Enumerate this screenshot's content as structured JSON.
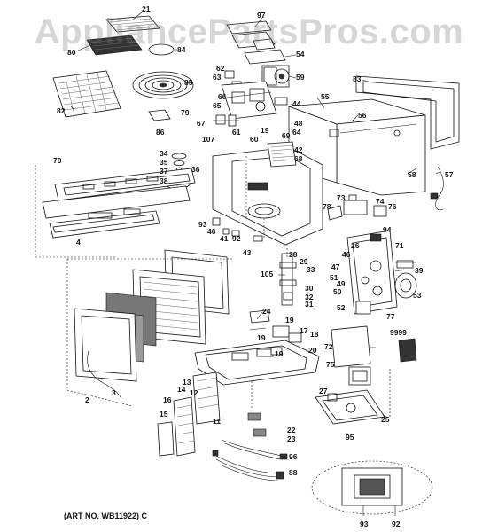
{
  "watermark": "AppliancePartsPros.com",
  "art_number": "(ART NO. WB11922) C",
  "callouts": {
    "c21": "21",
    "c97": "97",
    "c80": "80",
    "c84": "84",
    "c54": "54",
    "c62": "62",
    "c59": "59",
    "c63": "63",
    "c85": "85",
    "c83": "83",
    "c82": "82",
    "c66": "66",
    "c65": "65",
    "c55": "55",
    "c79": "79",
    "c44": "44",
    "c56": "56",
    "c67": "67",
    "c48": "48",
    "c86": "86",
    "c107": "107",
    "c19a": "19",
    "c64": "64",
    "c61": "61",
    "c60": "60",
    "c69": "69",
    "c70": "70",
    "c34": "34",
    "c42": "42",
    "c35": "35",
    "c68": "68",
    "c37": "37",
    "c36": "36",
    "c38": "38",
    "c58": "58",
    "c57": "57",
    "c73": "73",
    "c74": "74",
    "c76": "76",
    "c78": "78",
    "c93a": "93",
    "c40": "40",
    "c41": "41",
    "c92a": "92",
    "c43": "43",
    "c94": "94",
    "c4": "4",
    "c26": "26",
    "c71": "71",
    "c28": "28",
    "c46": "46",
    "c29": "29",
    "c33": "33",
    "c47": "47",
    "c39": "39",
    "c51": "51",
    "c49": "49",
    "c105": "105",
    "c50": "50",
    "c30": "30",
    "c53": "53",
    "c32": "32",
    "c31": "31",
    "c52": "52",
    "c77": "77",
    "c24": "24",
    "c19b": "19",
    "c9999": "9999",
    "c19c": "19",
    "c17": "17",
    "c18": "18",
    "c72": "72",
    "c19d": "19",
    "c20": "20",
    "c75": "75",
    "c3": "3",
    "c2": "2",
    "c13": "13",
    "c14": "14",
    "c12": "12",
    "c27": "27",
    "c16": "16",
    "c11": "11",
    "c25": "25",
    "c15": "15",
    "c22": "22",
    "c23": "23",
    "c95": "95",
    "c96": "96",
    "c88": "88",
    "c93b": "93",
    "c92b": "92"
  }
}
